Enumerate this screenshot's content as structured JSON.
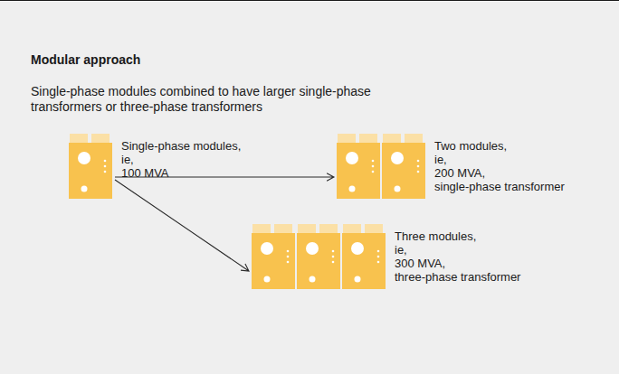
{
  "diagram": {
    "title": "Modular approach",
    "nodes": [
      {
        "text": [
          "Single-phase modules, ie, 100 MVA"
        ]
      },
      {
        "text": [
          "Two modules, ie, 200 MVA, single-phase transformer"
        ]
      },
      {
        "text": [
          "Three modules, ie, 300 MVA, three-phase transformer"
        ]
      }
    ],
    "edges": [
      {
        "from": 0,
        "to": 1,
        "arrow": "to"
      },
      {
        "from": 0,
        "to": 2,
        "arrow": "to"
      }
    ],
    "labels": [
      "Single-phase modules combined to have larger single-phase transformers or three-phase transformers"
    ]
  }
}
